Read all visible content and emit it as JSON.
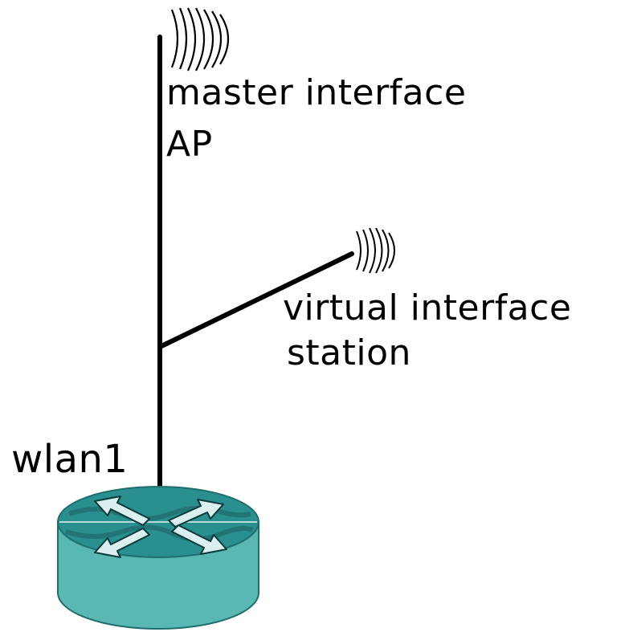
{
  "labels": {
    "master_interface": "master interface",
    "ap": "AP",
    "virtual_interface": "virtual interface",
    "station": "station",
    "wlan": "wlan1"
  },
  "icons": {
    "router": "router-icon",
    "master_signal": "wireless-signal-icon",
    "virtual_signal": "wireless-signal-icon"
  },
  "colors": {
    "antenna": "#000000",
    "router_top": "#2a8f8f",
    "router_side": "#5ab8b3",
    "router_arrow": "#dbeef0"
  }
}
